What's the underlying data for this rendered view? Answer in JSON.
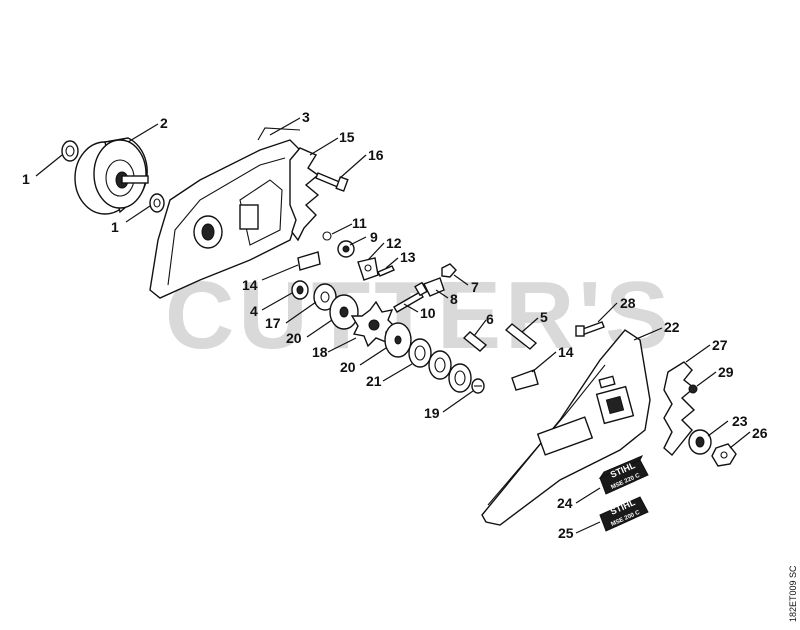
{
  "watermark": "CUTTER'S",
  "reference_code": "182ET009 SC",
  "callouts": [
    "1",
    "2",
    "1",
    "3",
    "15",
    "16",
    "11",
    "9",
    "12",
    "13",
    "14",
    "7",
    "4",
    "8",
    "17",
    "10",
    "20",
    "6",
    "5",
    "28",
    "22",
    "27",
    "18",
    "20",
    "14",
    "21",
    "29",
    "19",
    "23",
    "26",
    "24",
    "25"
  ],
  "label_plate_text": {
    "brand": "STIHL",
    "model_a": "MSE 220 C",
    "model_b": "MSE 200 C"
  }
}
